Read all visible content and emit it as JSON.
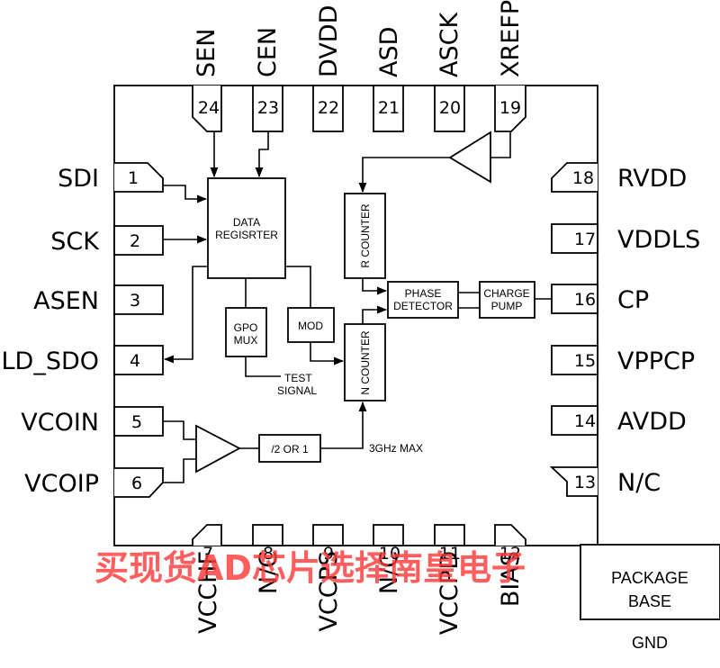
{
  "pins": [
    {
      "num": "1",
      "label": "SDI"
    },
    {
      "num": "2",
      "label": "SCK"
    },
    {
      "num": "3",
      "label": "ASEN"
    },
    {
      "num": "4",
      "label": "LD_SDO"
    },
    {
      "num": "5",
      "label": "VCOIN"
    },
    {
      "num": "6",
      "label": "VCOIP"
    },
    {
      "num": "7",
      "label": "VCCHF"
    },
    {
      "num": "8",
      "label": "N/C"
    },
    {
      "num": "9",
      "label": "VCCPS"
    },
    {
      "num": "10",
      "label": "N/C"
    },
    {
      "num": "11",
      "label": "VCCPD"
    },
    {
      "num": "12",
      "label": "BIAS"
    },
    {
      "num": "13",
      "label": "N/C"
    },
    {
      "num": "14",
      "label": "AVDD"
    },
    {
      "num": "15",
      "label": "VPPCP"
    },
    {
      "num": "16",
      "label": "CP"
    },
    {
      "num": "17",
      "label": "VDDLS"
    },
    {
      "num": "18",
      "label": "RVDD"
    },
    {
      "num": "19",
      "label": "XREFP"
    },
    {
      "num": "20",
      "label": "ASCK"
    },
    {
      "num": "21",
      "label": "ASD"
    },
    {
      "num": "22",
      "label": "DVDD"
    },
    {
      "num": "23",
      "label": "CEN"
    },
    {
      "num": "24",
      "label": "SEN"
    }
  ],
  "blocks": {
    "data_register": [
      "DATA",
      "REGISRTER"
    ],
    "gpo_mux": [
      "GPO",
      "MUX"
    ],
    "mod": "MOD",
    "r_counter": "R COUNTER",
    "n_counter": "N COUNTER",
    "phase_detector": [
      "PHASE",
      "DETECTOR"
    ],
    "charge_pump": [
      "CHARGE",
      "PUMP"
    ],
    "divider": "/2  OR 1"
  },
  "notes": {
    "test_signal": [
      "TEST",
      "SIGNAL"
    ],
    "freq_max": "3GHz MAX"
  },
  "package": {
    "base": [
      "PACKAGE",
      "BASE"
    ],
    "gnd": "GND"
  },
  "watermark": "买现货AD芯片选择南皇电子"
}
